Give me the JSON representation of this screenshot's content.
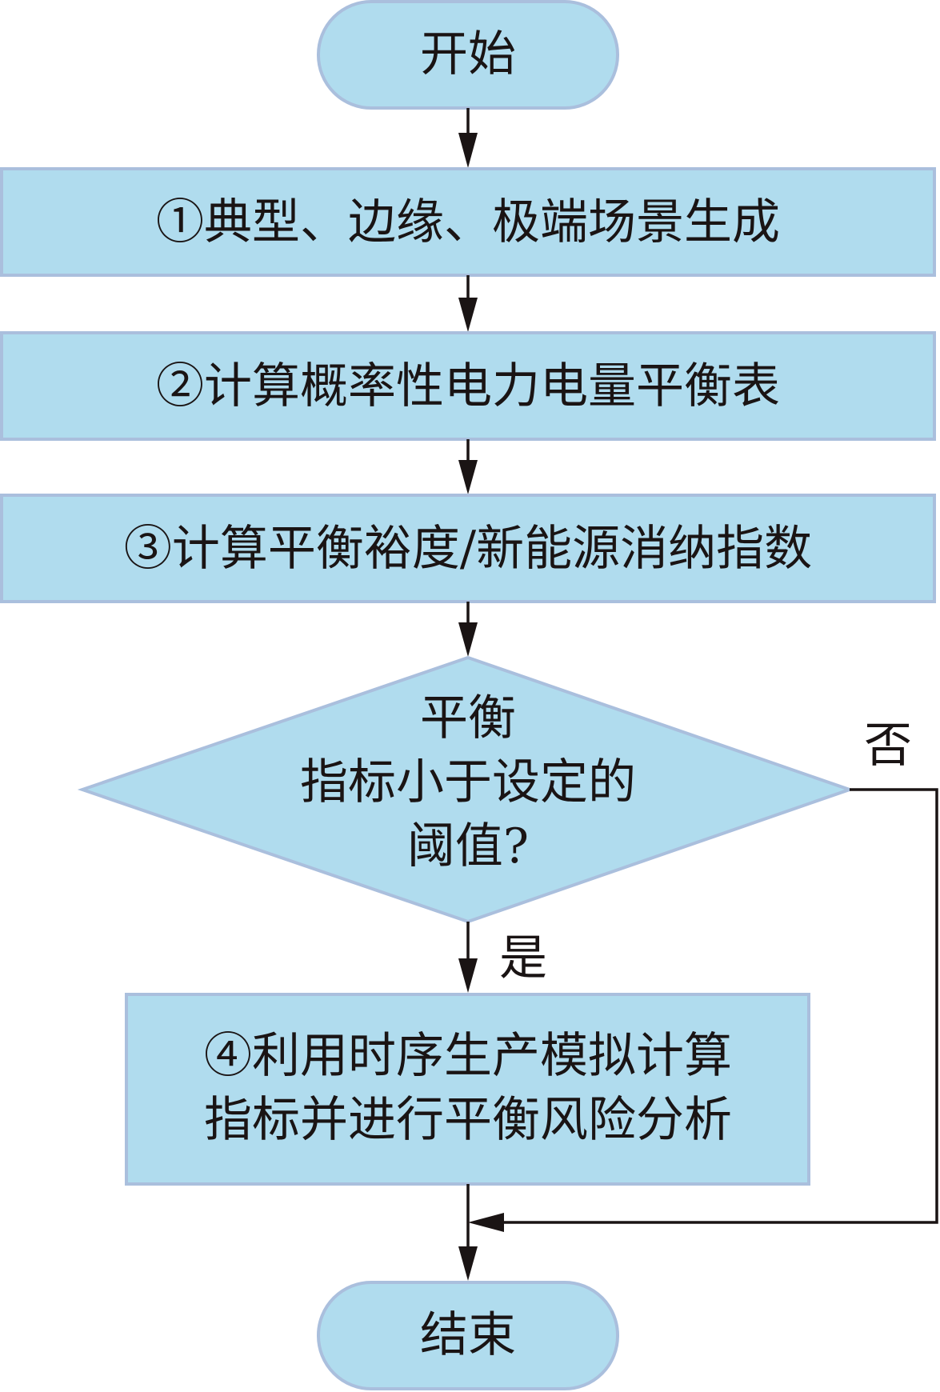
{
  "start": "开始",
  "steps": [
    "①典型、边缘、极端场景生成",
    "②计算概率性电力电量平衡表",
    "③计算平衡裕度/新能源消纳指数"
  ],
  "decision": [
    "平衡",
    "指标小于设定的",
    "阈值?"
  ],
  "yes_label": "是",
  "no_label": "否",
  "step4": [
    "④利用时序生产模拟计算",
    "指标并进行平衡风险分析"
  ],
  "end": "结束",
  "colors": {
    "fill": "#b0dcee",
    "border": "#aabfdd",
    "line": "#1a1414"
  }
}
